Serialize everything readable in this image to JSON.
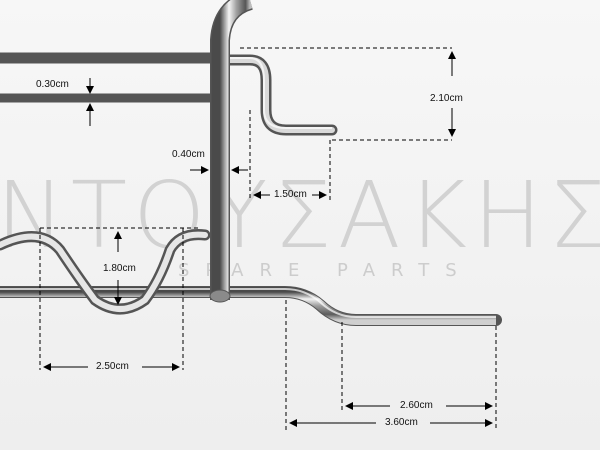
{
  "watermark": {
    "brand": "ΝΤΟΥΣΑΚΗΣ",
    "tagline": "SPARE PARTS",
    "color": "#cdcdcd"
  },
  "measurements": {
    "rod_thickness": "0.30cm",
    "tube_thickness": "0.40cm",
    "hook_height": "2.10cm",
    "hook_offset": "1.50cm",
    "dip_depth": "1.80cm",
    "dip_width": "2.50cm",
    "end_length": "2.60cm",
    "total_end_length": "3.60cm"
  },
  "colors": {
    "chrome_dark": "#5a5a5a",
    "chrome_mid": "#9a9a9a",
    "chrome_light": "#e8e8e8",
    "dimension_line": "#000000"
  }
}
